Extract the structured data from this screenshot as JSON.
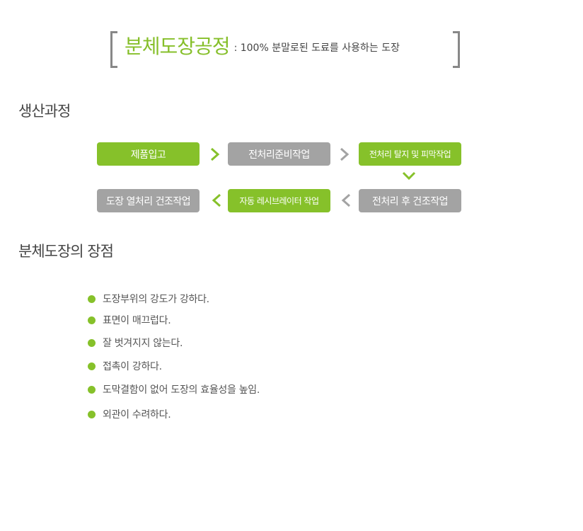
{
  "header": {
    "title": "분체도장공정",
    "subtitle": ": 100% 분말로된 도료를 사용하는 도장"
  },
  "process": {
    "heading": "생산과정",
    "steps": [
      {
        "label": "제품입고",
        "color": "#86c12a"
      },
      {
        "label": "전처리준비작업",
        "color": "#a3a3a3"
      },
      {
        "label": "전처리 탈지 및 피막작업",
        "color": "#86c12a"
      },
      {
        "label": "전처리 후 건조작업",
        "color": "#a3a3a3"
      },
      {
        "label": "자동 레시브레이터 작업",
        "color": "#86c12a"
      },
      {
        "label": "도장 열처리 건조작업",
        "color": "#a3a3a3"
      }
    ]
  },
  "advantages": {
    "heading": "분체도장의 장점",
    "items": [
      "도장부위의 강도가 강하다.",
      "표면이 매끄럽다.",
      "잘 벗겨지지 않는다.",
      "접촉이 강하다.",
      "도막결함이 없어 도장의 효율성을 높임.",
      "외관이 수려하다."
    ]
  },
  "colors": {
    "accent_green": "#86c12a",
    "box_gray": "#a3a3a3",
    "arrow_green": "#86c12a",
    "arrow_gray": "#a3a3a3"
  }
}
